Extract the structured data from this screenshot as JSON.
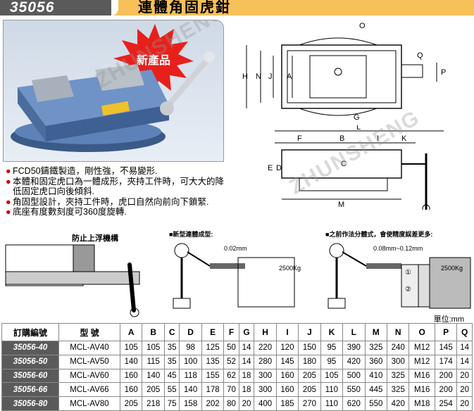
{
  "header": {
    "code": "35056",
    "title": "連體角固虎鉗"
  },
  "photo": {
    "badge": "新產品"
  },
  "watermark": "ZHUNSHENG",
  "features": [
    "FCD50鑄鐵製造，剛性強，不易變形.",
    "本體和固定虎口為一體成形，夾持工件時，可大大的降低固定虎口向後傾斜.",
    "角固型設計，夾持工件時，虎口自然向前向下鎖緊.",
    "底座有度數刻度可360度旋轉."
  ],
  "dims_top": [
    "O",
    "Q",
    "P",
    "H",
    "N",
    "J",
    "A",
    "G"
  ],
  "dims_side": [
    "L",
    "F",
    "B",
    "I",
    "K",
    "E",
    "D",
    "C",
    "M"
  ],
  "detail1": {
    "label": "防止上浮機構"
  },
  "detail2": {
    "title": "■新型連體成型:",
    "gap": "0.02mm",
    "load": "2500Kg"
  },
  "detail3": {
    "title": "■之前作法分體式，會使精度誤差更多:",
    "gap": "0.08mm~0.12mm",
    "load": "2500Kg",
    "mark1": "①",
    "mark2": "②"
  },
  "unit": "單位:mm",
  "table": {
    "headers": [
      "訂購編號",
      "型 號",
      "A",
      "B",
      "C",
      "D",
      "E",
      "F",
      "G",
      "H",
      "I",
      "J",
      "K",
      "L",
      "M",
      "N",
      "O",
      "P",
      "Q"
    ],
    "rows": [
      [
        "35056-40",
        "MCL-AV40",
        "105",
        "105",
        "35",
        "98",
        "125",
        "50",
        "14",
        "220",
        "120",
        "150",
        "95",
        "390",
        "325",
        "240",
        "M12",
        "145",
        "14"
      ],
      [
        "35056-50",
        "MCL-AV50",
        "140",
        "115",
        "35",
        "100",
        "135",
        "52",
        "14",
        "280",
        "145",
        "180",
        "95",
        "420",
        "360",
        "300",
        "M12",
        "174",
        "14"
      ],
      [
        "35056-60",
        "MCL-AV60",
        "160",
        "140",
        "45",
        "118",
        "155",
        "62",
        "18",
        "300",
        "160",
        "205",
        "105",
        "500",
        "410",
        "325",
        "M16",
        "200",
        "20"
      ],
      [
        "35056-66",
        "MCL-AV66",
        "160",
        "205",
        "55",
        "140",
        "178",
        "70",
        "18",
        "300",
        "160",
        "205",
        "110",
        "550",
        "445",
        "325",
        "M16",
        "200",
        "20"
      ],
      [
        "35056-80",
        "MCL-AV80",
        "205",
        "218",
        "75",
        "158",
        "202",
        "80",
        "20",
        "400",
        "185",
        "270",
        "110",
        "620",
        "550",
        "420",
        "M18",
        "254",
        "20"
      ]
    ]
  },
  "colors": {
    "header_bar": "#f7c15a",
    "code_bg": "#5a5a5a",
    "badge": "#e02020",
    "accent_red": "#cc0000"
  }
}
